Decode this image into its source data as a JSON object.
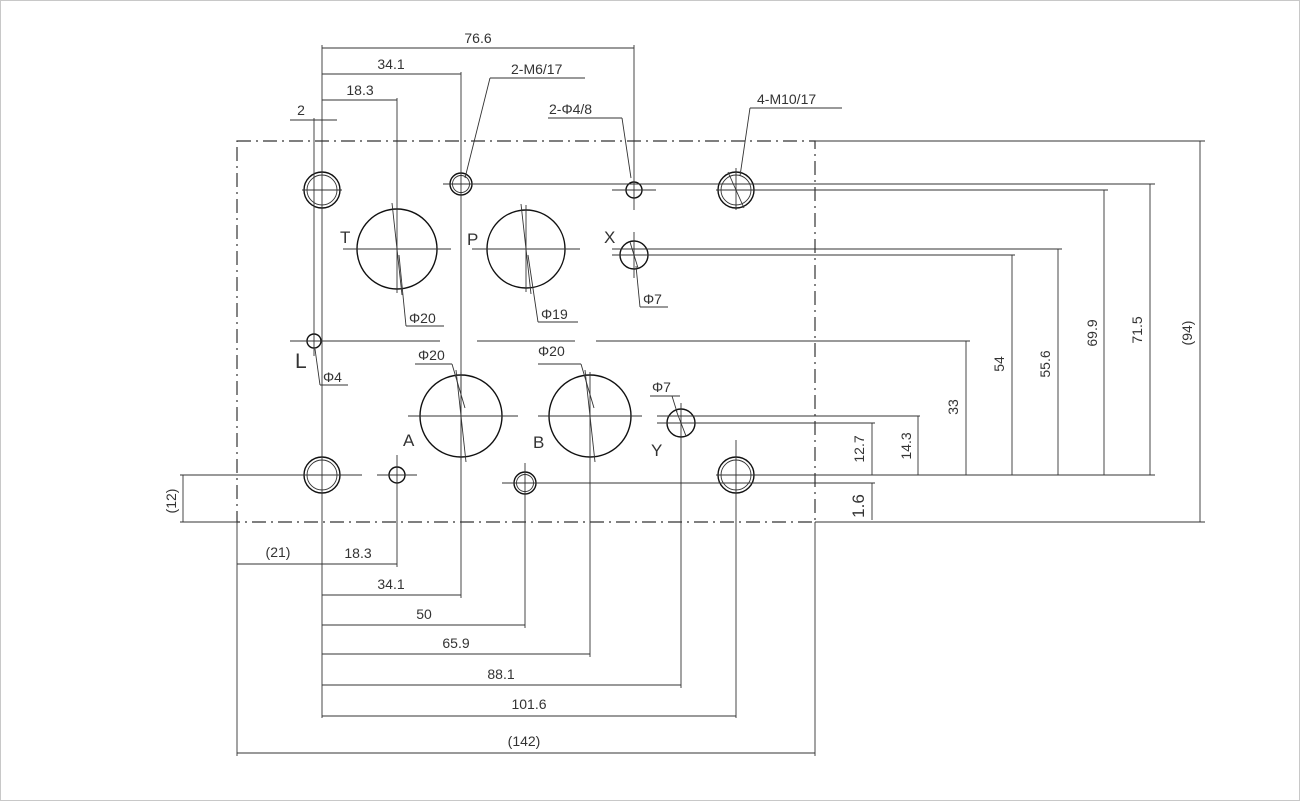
{
  "ports": {
    "T": "T",
    "P": "P",
    "X": "X",
    "L": "L",
    "A": "A",
    "B": "B",
    "Y": "Y"
  },
  "callouts": {
    "d_t": "Φ20",
    "d_p": "Φ19",
    "d_x": "Φ7",
    "d_l": "Φ4",
    "d_a": "Φ20",
    "d_b": "Φ20",
    "d_y": "Φ7",
    "m6": "2-M6/17",
    "pin": "2-Φ4/8",
    "m10": "4-M10/17"
  },
  "top_dims": {
    "d766": "76.6",
    "d341": "34.1",
    "d183": "18.3",
    "d2": "2"
  },
  "bottom_dims": {
    "d21": "(21)",
    "d183": "18.3",
    "d341": "34.1",
    "d50": "50",
    "d659": "65.9",
    "d881": "88.1",
    "d1016": "101.6",
    "d142": "(142)"
  },
  "right_dims": {
    "d127": "12.7",
    "d143": "14.3",
    "d33": "33",
    "d54": "54",
    "d556": "55.6",
    "d699": "69.9",
    "d715": "71.5",
    "d94": "(94)",
    "d16": "1.6"
  },
  "left_dims": {
    "d12": "(12)"
  }
}
